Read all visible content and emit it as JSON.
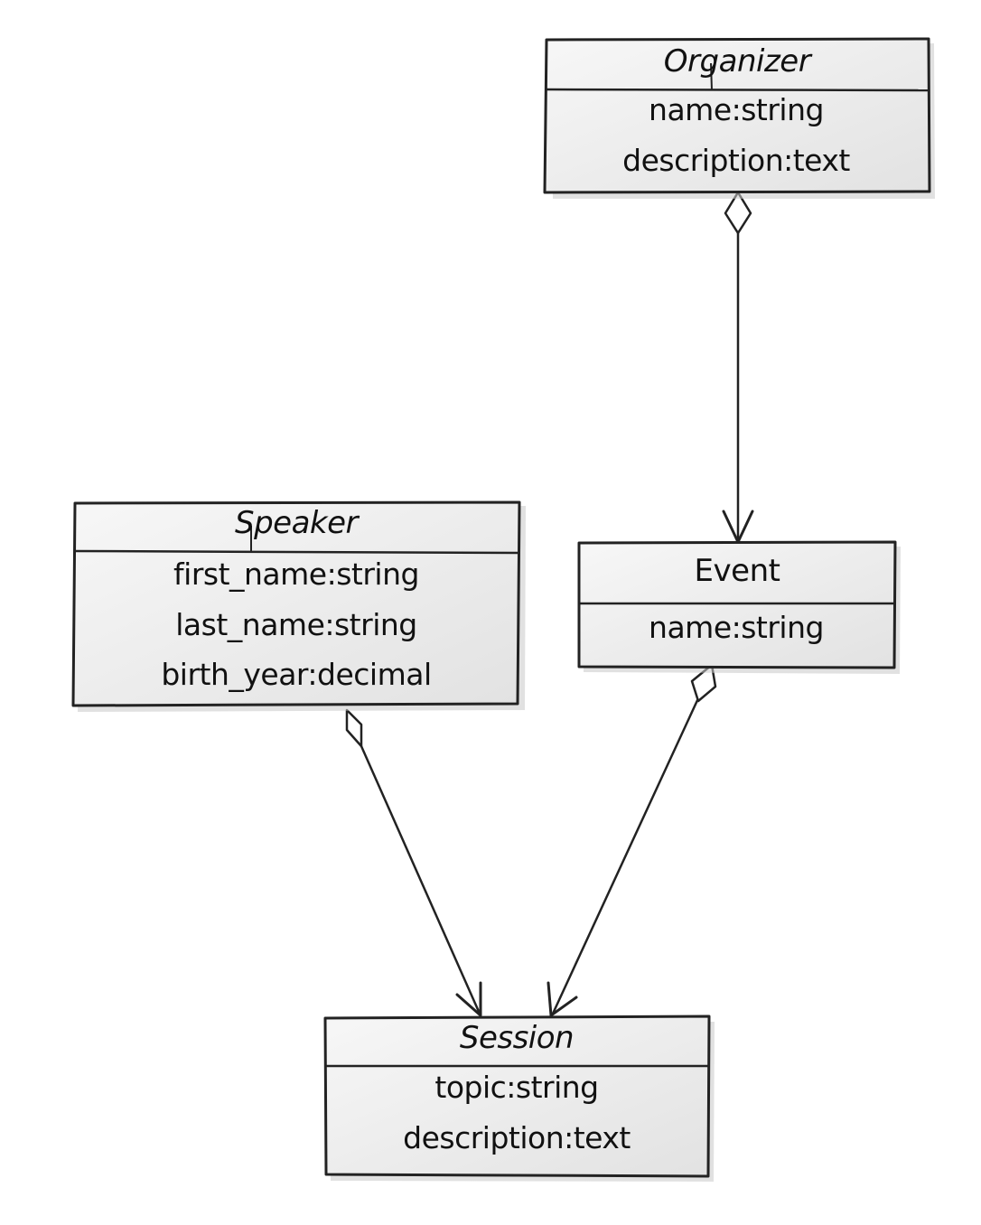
{
  "classes": {
    "organizer": {
      "name": "Organizer",
      "attributes": [
        "name:string",
        "description:text"
      ]
    },
    "speaker": {
      "name": "Speaker",
      "attributes": [
        "first_name:string",
        "last_name:string",
        "birth_year:decimal"
      ]
    },
    "event": {
      "name": "Event",
      "attributes": [
        "name:string"
      ]
    },
    "session": {
      "name": "Session",
      "attributes": [
        "topic:string",
        "description:text"
      ]
    }
  },
  "relations": [
    {
      "from": "Organizer",
      "to": "Event",
      "type": "aggregation"
    },
    {
      "from": "Speaker",
      "to": "Session",
      "type": "aggregation"
    },
    {
      "from": "Event",
      "to": "Session",
      "type": "aggregation"
    }
  ]
}
